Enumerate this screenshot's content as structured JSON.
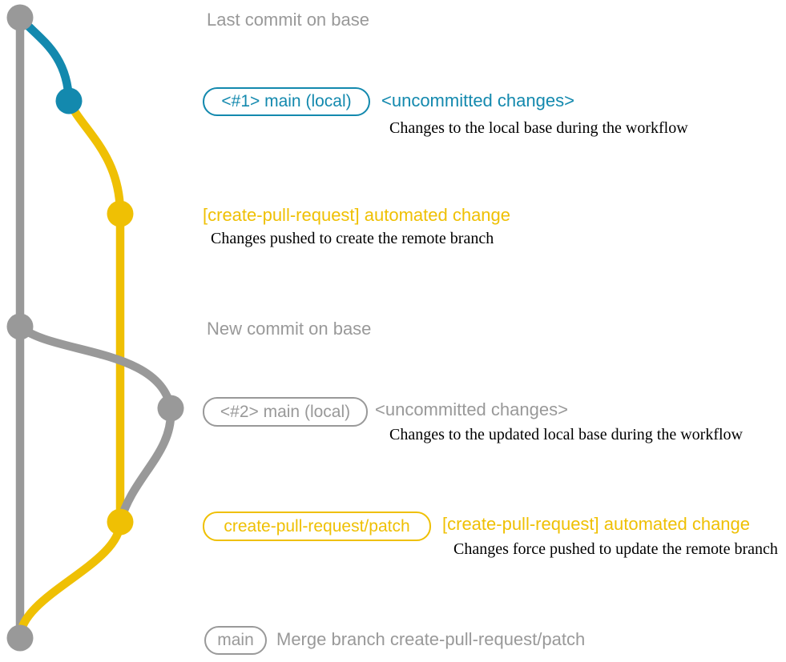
{
  "colors": {
    "gray": "#999999",
    "teal": "#1389ae",
    "yellow": "#efc004",
    "note": "#000000",
    "bg": "#ffffff"
  },
  "sections": {
    "base_top": {
      "label": "Last commit on base"
    },
    "local1": {
      "branch": "<#1> main (local)",
      "status": "<uncommitted changes>",
      "note": "Changes to the local base during the workflow"
    },
    "push1": {
      "commit": "[create-pull-request] automated change",
      "note": "Changes pushed to create the remote branch"
    },
    "base_new": {
      "label": "New commit on base"
    },
    "local2": {
      "branch": "<#2> main (local)",
      "status": "<uncommitted changes>",
      "note": "Changes to the updated local base during the workflow"
    },
    "push2": {
      "branch": "create-pull-request/patch",
      "commit": "[create-pull-request] automated change",
      "note": "Changes force pushed to update the remote branch"
    },
    "merge": {
      "branch": "main",
      "label": "Merge branch create-pull-request/patch"
    }
  },
  "graph": {
    "nodes": [
      {
        "id": "last-commit-on-base",
        "color": "gray"
      },
      {
        "id": "main-local-1",
        "color": "teal"
      },
      {
        "id": "automated-change-1",
        "color": "yellow"
      },
      {
        "id": "new-commit-on-base",
        "color": "gray"
      },
      {
        "id": "main-local-2",
        "color": "gray"
      },
      {
        "id": "automated-change-2",
        "color": "yellow"
      },
      {
        "id": "merge-commit",
        "color": "gray"
      }
    ],
    "branches": [
      {
        "id": "base",
        "color": "gray"
      },
      {
        "id": "main-local",
        "color": "teal"
      },
      {
        "id": "create-pull-request-patch",
        "color": "yellow"
      }
    ]
  }
}
